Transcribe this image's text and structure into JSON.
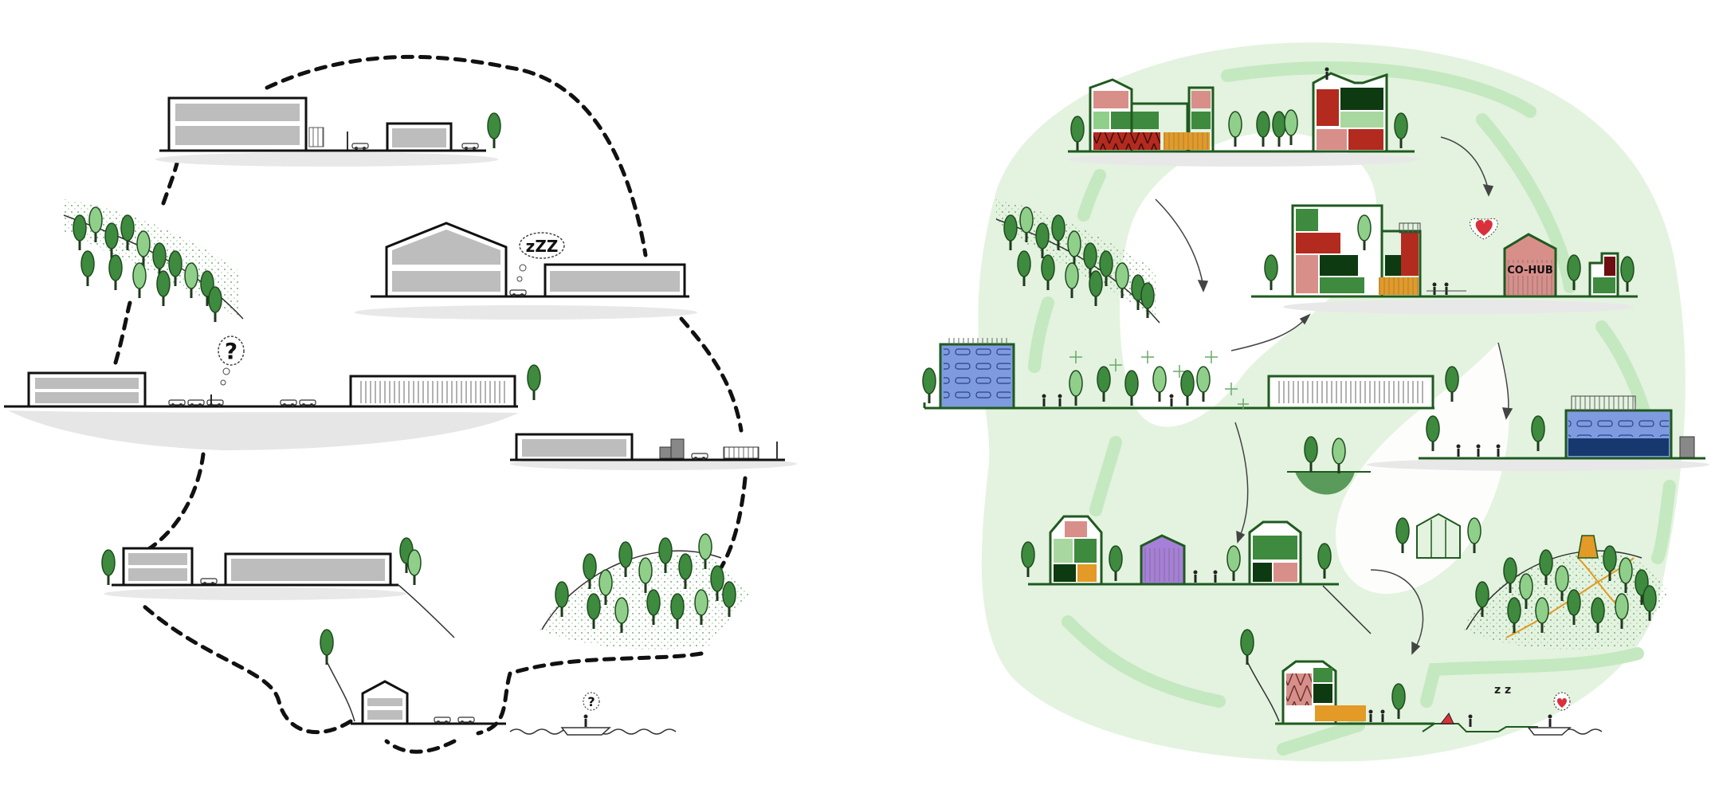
{
  "left_panel": {
    "bubble_sleep": "zZZ",
    "bubble_question_city": "?",
    "bubble_question_boat": "?"
  },
  "right_panel": {
    "cohub_sign": "CO-HUB",
    "sleep_marks": "z z"
  },
  "colors": {
    "grey_fill": "#bdbdbd",
    "ground_shadow": "#e8e8e8",
    "dark_green": "#1f5a1f",
    "tree_green": "#3e8a3e",
    "light_green_zone": "#e3f3df",
    "ring_green": "#c4e8bf",
    "red": "#b32a1e",
    "pink": "#d88f8a",
    "orange": "#e39a26",
    "blue": "#7f9be0",
    "navy": "#17386e",
    "purple": "#a67fd8"
  }
}
